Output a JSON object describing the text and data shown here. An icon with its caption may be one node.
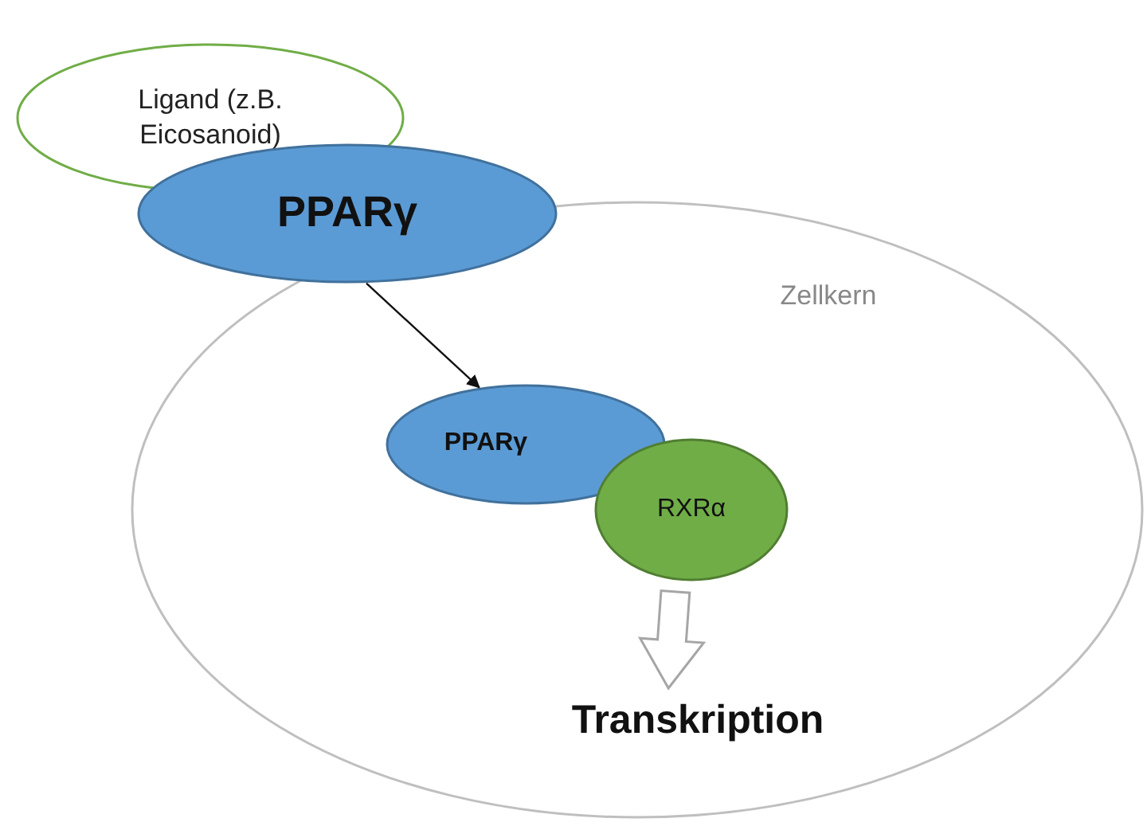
{
  "diagram": {
    "nodes": [
      {
        "text": [
          "Ligand (z.B. Eicosanoid)"
        ]
      },
      {
        "text": [
          "PPARγ"
        ]
      },
      {
        "text": [
          "Zellkern"
        ]
      },
      {
        "text": [
          "PPARγ"
        ],
        "in": 2
      },
      {
        "text": [
          "RXRα"
        ],
        "in": 2
      },
      {
        "text": [
          "Transkription"
        ],
        "in": 2
      }
    ],
    "edges": [
      {
        "from": 1,
        "to": 3,
        "arrow": "to"
      },
      {
        "from": 4,
        "to": 5,
        "arrow": "to",
        "style": "thick"
      }
    ]
  }
}
